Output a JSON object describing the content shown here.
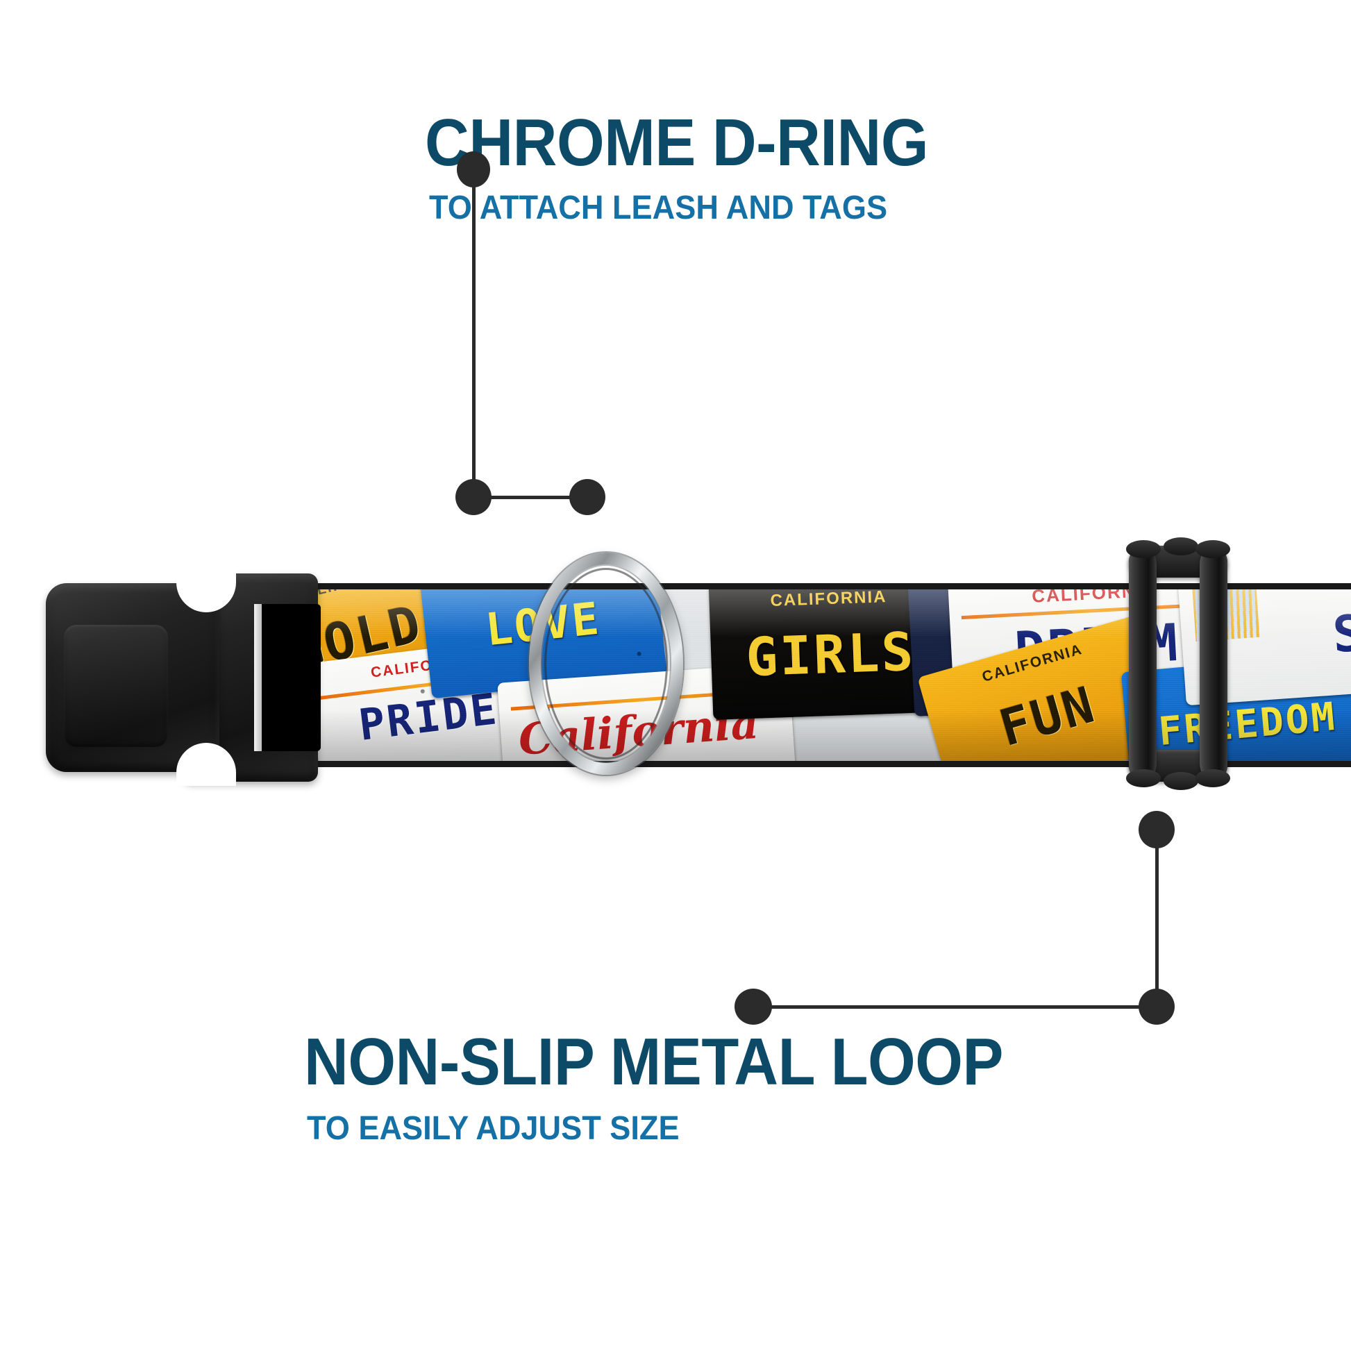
{
  "page": {
    "background_color": "#ffffff",
    "product": "printed webbing dog collar",
    "theme_colors": {
      "title": "#0c4a68",
      "subtitle": "#1570a6",
      "leader_line": "#2b2b2b",
      "hardware_black": "#1c1c1c",
      "chrome": "#b9bcbe"
    }
  },
  "callouts": [
    {
      "id": "chrome-d-ring",
      "title": "CHROME D-RING",
      "subtitle": "TO ATTACH LEASH AND TAGS",
      "points_to": "d-ring"
    },
    {
      "id": "non-slip-metal-loop",
      "title": "NON-SLIP METAL LOOP",
      "subtitle": "TO EASILY ADJUST SIZE",
      "points_to": "metal-slider-loop"
    }
  ],
  "hardware": {
    "buckle": {
      "name": "side-release-buckle",
      "color": "#1c1c1c",
      "material": "black plastic"
    },
    "d_ring": {
      "name": "chrome-d-ring",
      "color": "#b9bcbe",
      "material": "chrome metal"
    },
    "slider_loop": {
      "name": "metal-slider-loop",
      "color": "#1c1c1c",
      "material": "black coated metal"
    }
  },
  "strap": {
    "pattern_name": "California license plates",
    "plates": [
      {
        "state": "CALIFORNIA",
        "text": "GOLD",
        "style": "yellow"
      },
      {
        "state": "CALIFORNIA",
        "text": "PRIDE",
        "style": "white"
      },
      {
        "state": "CALIFORNIA",
        "text": "LOVE",
        "style": "blue"
      },
      {
        "state": "CALIFORNIA",
        "text": "California",
        "style": "script"
      },
      {
        "state": "CALIFORNIA",
        "text": "GIRLS",
        "style": "black"
      },
      {
        "state": "CALIFORNIA",
        "text": "DREAM",
        "style": "white"
      },
      {
        "state": "CALIFORNIA",
        "text": "FUN",
        "style": "yellow"
      },
      {
        "state": "CALIFORNIA",
        "text": "FREEDOM",
        "style": "blue"
      },
      {
        "state": "CALIFORNIA",
        "text": "SU",
        "style": "white"
      }
    ]
  }
}
